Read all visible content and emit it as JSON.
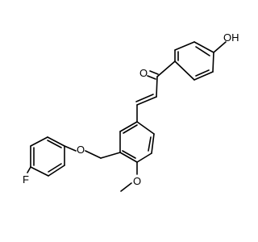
{
  "atoms": {
    "oh": "OH",
    "carbonyl_o": "O",
    "ether_o": "O",
    "methoxy_o": "O",
    "fluorine": "F"
  }
}
